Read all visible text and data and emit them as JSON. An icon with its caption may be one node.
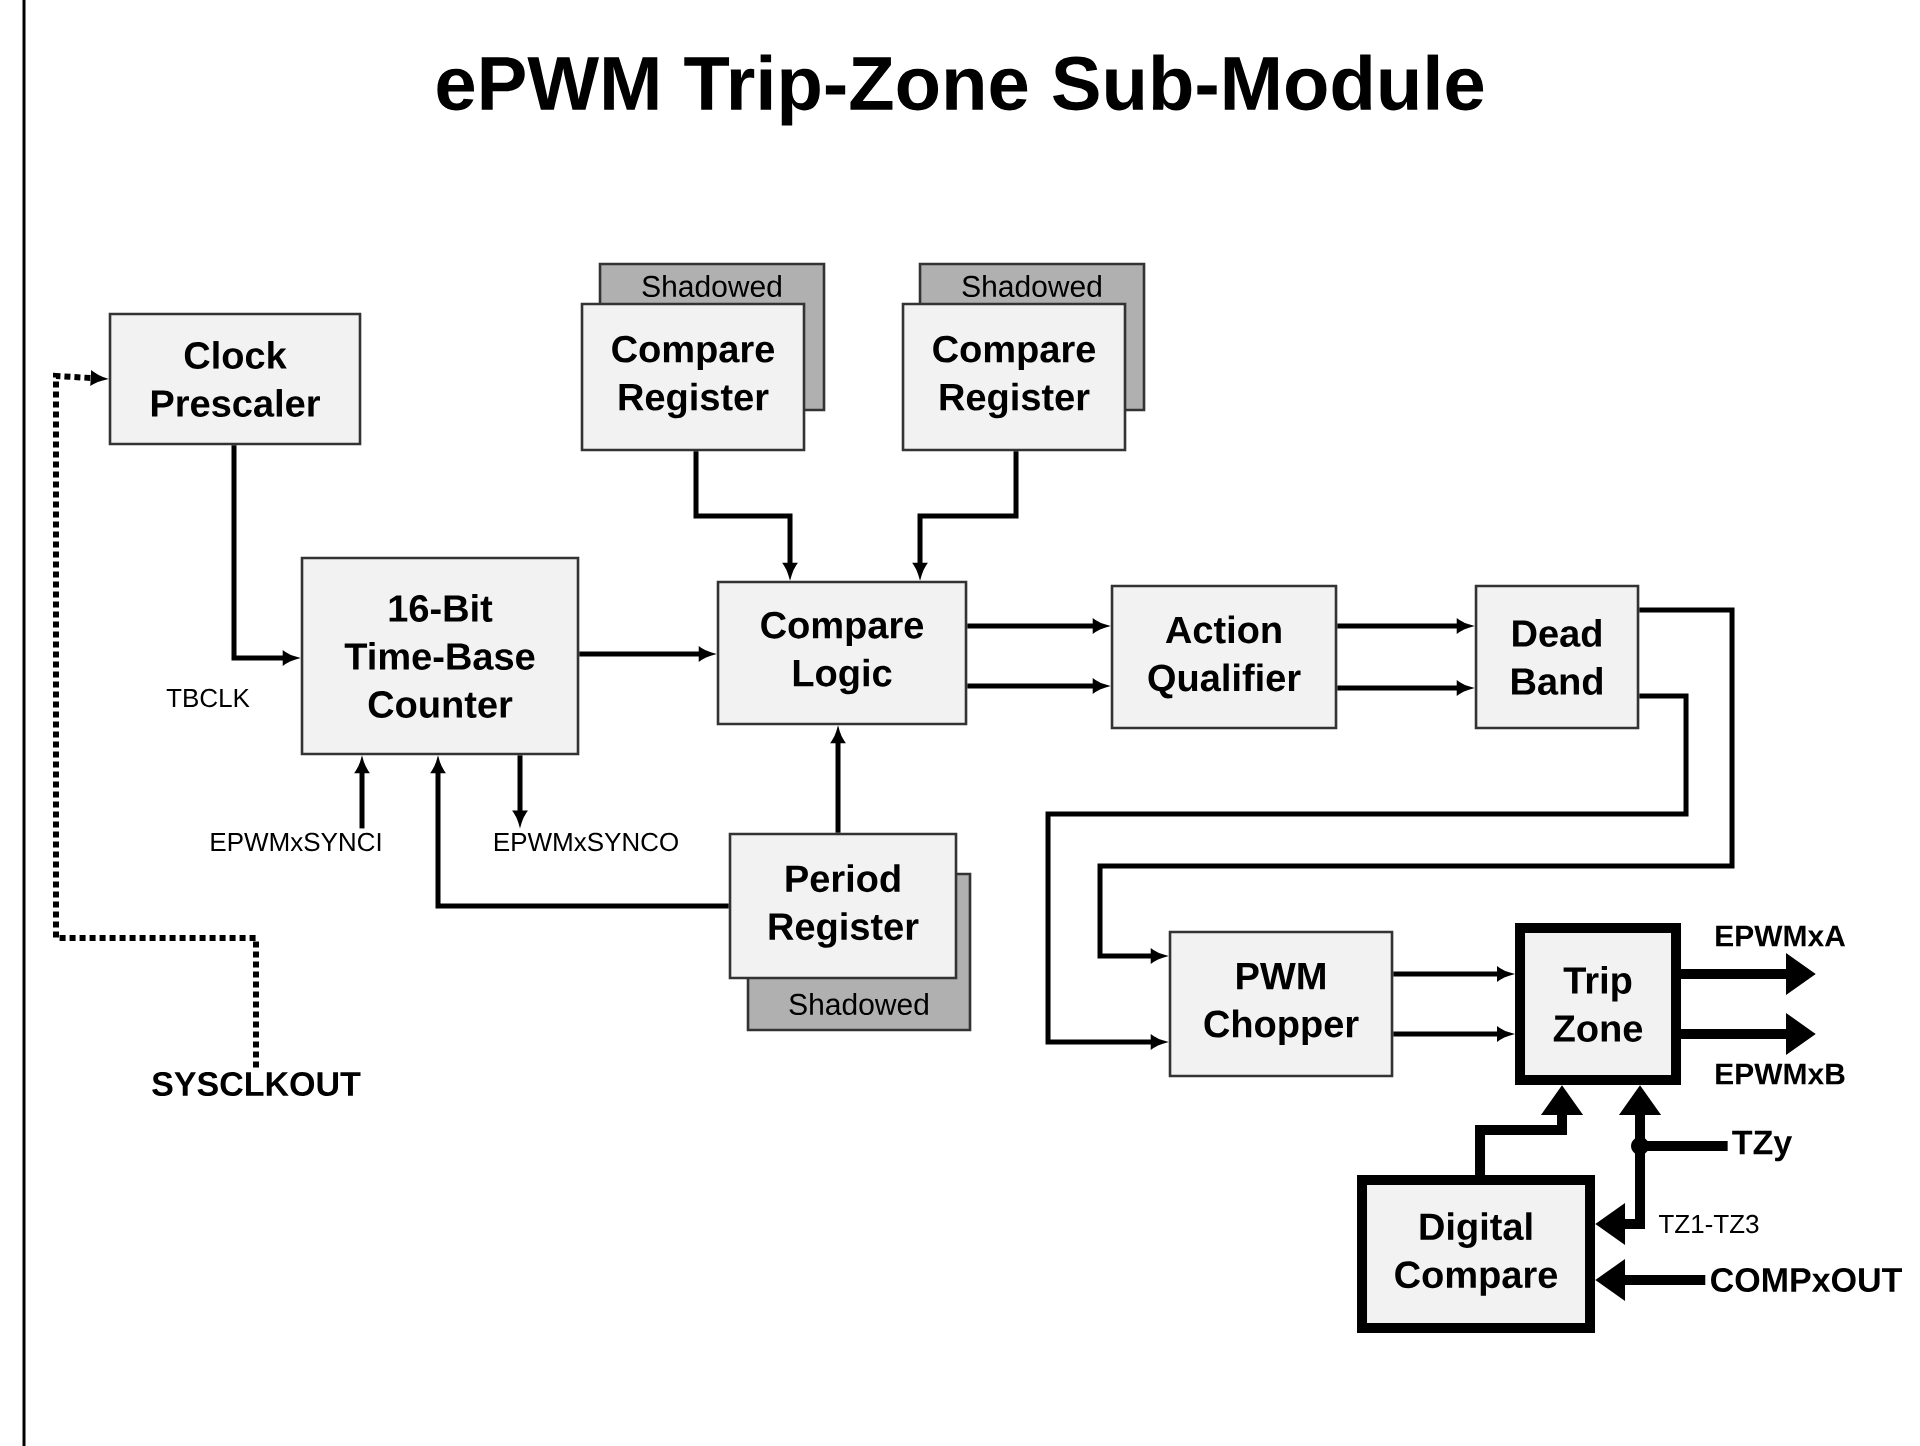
{
  "diagram": {
    "title": "ePWM Trip-Zone Sub-Module",
    "nodes": [
      {
        "text": [
          "Clock Prescaler"
        ]
      },
      {
        "text": [
          "16-Bit Time-Base Counter"
        ]
      },
      {
        "text": [
          "Shadowed"
        ]
      },
      {
        "text": [
          "Compare Register"
        ]
      },
      {
        "text": [
          "Shadowed"
        ]
      },
      {
        "text": [
          "Compare Register"
        ]
      },
      {
        "text": [
          "Compare Logic"
        ]
      },
      {
        "text": [
          "Action Qualifier"
        ]
      },
      {
        "text": [
          "Dead Band"
        ]
      },
      {
        "text": [
          "Period Register"
        ]
      },
      {
        "text": [
          "Shadowed"
        ]
      },
      {
        "text": [
          "PWM Chopper"
        ]
      },
      {
        "text": [
          "Trip Zone"
        ]
      },
      {
        "text": [
          "Digital Compare"
        ]
      },
      {
        "text": [
          "SYSCLKOUT"
        ]
      },
      {
        "text": [
          "EPWMxSYNCI"
        ]
      },
      {
        "text": [
          "EPWMxSYNCO"
        ]
      },
      {
        "text": [
          "TZy"
        ]
      },
      {
        "text": [
          "COMPxOUT"
        ]
      }
    ],
    "edges": [
      {
        "from": 14,
        "to": 0,
        "arrow": "to",
        "style": "dashed"
      },
      {
        "from": 0,
        "to": 1,
        "arrow": "to",
        "label": "TBCLK"
      },
      {
        "from": 15,
        "to": 1,
        "arrow": "to"
      },
      {
        "from": 1,
        "to": 16,
        "arrow": "to"
      },
      {
        "from": 1,
        "to": 6,
        "arrow": "to"
      },
      {
        "from": 3,
        "to": 6,
        "arrow": "to"
      },
      {
        "from": 5,
        "to": 6,
        "arrow": "to"
      },
      {
        "from": 9,
        "to": 6,
        "arrow": "to"
      },
      {
        "from": 9,
        "to": 1,
        "arrow": "to"
      },
      {
        "from": 6,
        "to": 7,
        "arrow": "to"
      },
      {
        "from": 6,
        "to": 7,
        "arrow": "to"
      },
      {
        "from": 7,
        "to": 8,
        "arrow": "to"
      },
      {
        "from": 7,
        "to": 8,
        "arrow": "to"
      },
      {
        "from": 8,
        "to": 11,
        "arrow": "to"
      },
      {
        "from": 8,
        "to": 11,
        "arrow": "to"
      },
      {
        "from": 11,
        "to": 12,
        "arrow": "to"
      },
      {
        "from": 11,
        "to": 12,
        "arrow": "to"
      },
      {
        "from": 12,
        "to": null,
        "arrow": "to",
        "label": "EPWMxA",
        "style": "thick"
      },
      {
        "from": 12,
        "to": null,
        "arrow": "to",
        "label": "EPWMxB",
        "style": "thick"
      },
      {
        "from": 13,
        "to": 12,
        "arrow": "to",
        "style": "thick"
      },
      {
        "from": 17,
        "to": 12,
        "arrow": "to",
        "style": "thick"
      },
      {
        "from": 17,
        "to": 13,
        "arrow": "to",
        "label": "TZ1-TZ3",
        "style": "thick"
      },
      {
        "from": 18,
        "to": 13,
        "arrow": "to",
        "style": "thick"
      }
    ]
  }
}
